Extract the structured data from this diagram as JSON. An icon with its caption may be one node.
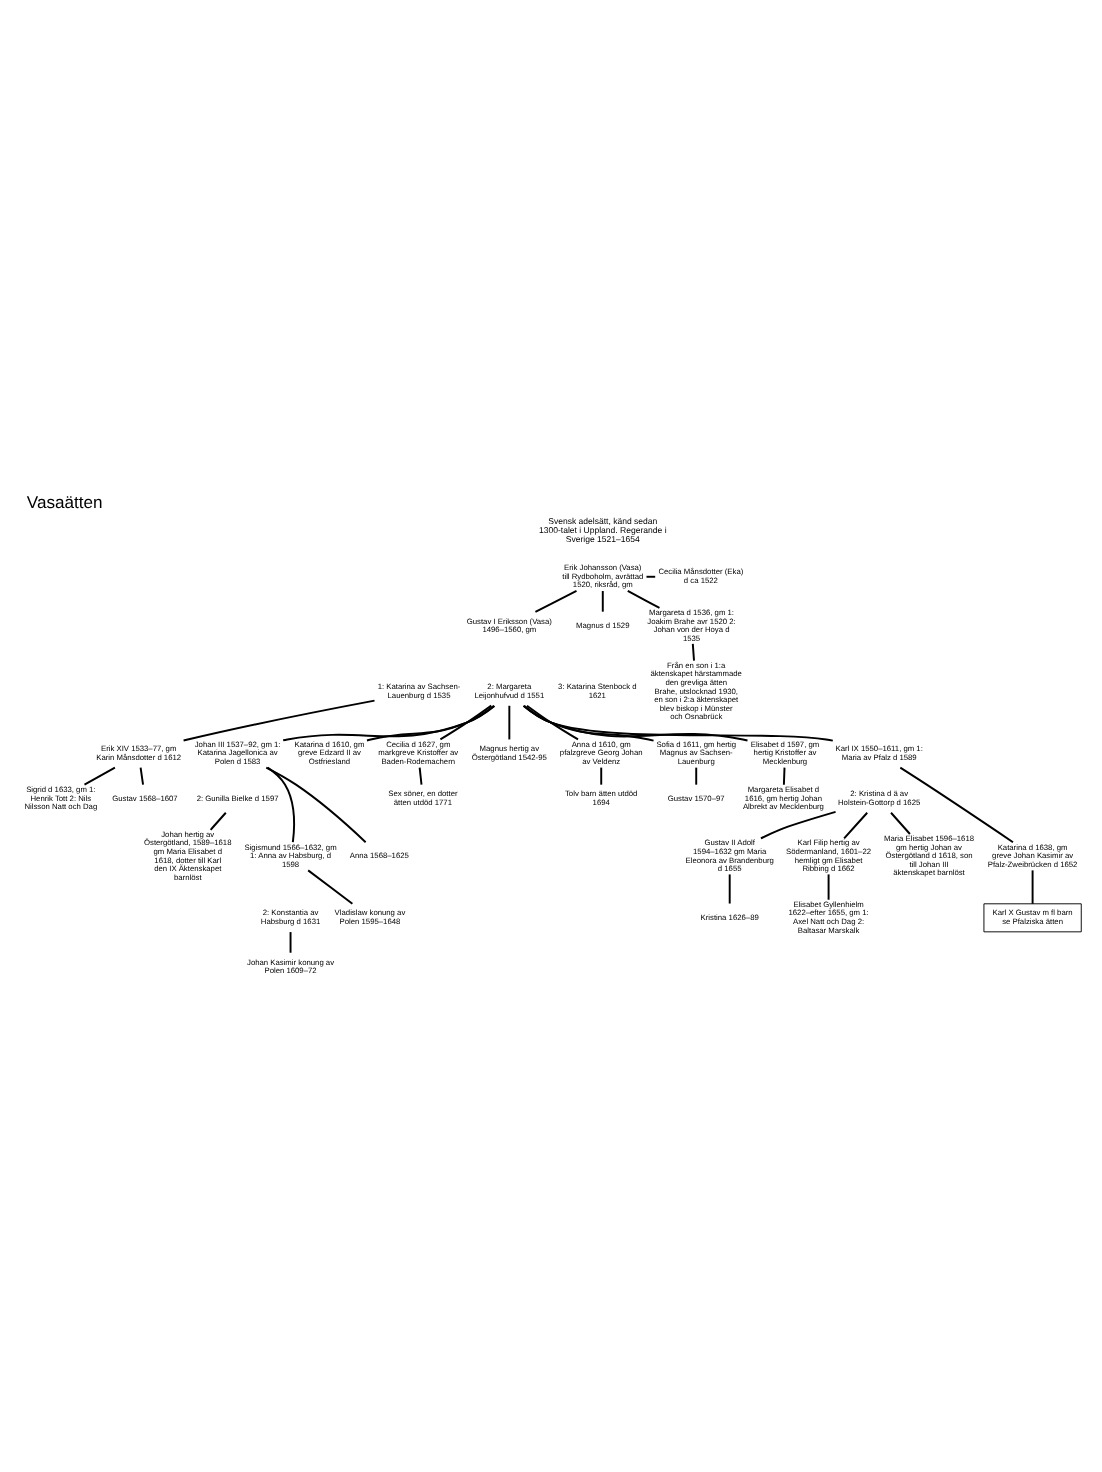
{
  "diagram": {
    "title": "Vasaätten",
    "nodes": [
      {
        "text": [
          "Erik Johansson (Vasa) till Rydboholm, avrättad 1520, riksråd, gm"
        ]
      },
      {
        "text": [
          "Cecilia Månsdotter (Eka) d ca 1522"
        ]
      },
      {
        "text": [
          "Gustav I Eriksson (Vasa) 1496–1560, gm"
        ]
      },
      {
        "text": [
          "Magnus d 1529"
        ]
      },
      {
        "text": [
          "Margareta d 1536, gm 1: Joakim Brahe avr 1520 2: Johan von der Hoya d 1535"
        ]
      },
      {
        "text": [
          "1: Katarina av Sachsen-Lauenburg d 1535"
        ]
      },
      {
        "text": [
          "2: Margareta Leijonhufvud d 1551"
        ]
      },
      {
        "text": [
          "3: Katarina Stenbock d 1621"
        ]
      },
      {
        "text": [
          "Från en son i 1:a äktenskapet härstammade den grevliga ätten Brahe, utslocknad 1930, en son i 2:a äktenskapet blev biskop i Münster och Osnabrück"
        ]
      },
      {
        "text": [
          "Erik XIV 1533–77, gm Karin Månsdotter d 1612"
        ]
      },
      {
        "text": [
          "Sigrid d 1633, gm 1: Henrik Tott 2: Nils Nilsson Natt och Dag"
        ]
      },
      {
        "text": [
          "Gustav 1568–1607"
        ]
      },
      {
        "text": [
          "Johan III 1537–92, gm 1: Katarina Jagellonica av Polen d 1583"
        ]
      },
      {
        "text": [
          "2: Gunilla Bielke d 1597"
        ]
      },
      {
        "text": [
          "Katarina d 1610, gm greve Edzard II av Ostfriesland"
        ]
      },
      {
        "text": [
          "Cecilia d 1627, gm markgreve Kristoffer av Baden-Rodemachern"
        ]
      },
      {
        "text": [
          "Magnus hertig av Östergötland 1542-95"
        ]
      },
      {
        "text": [
          "Anna d 1610, gm pfalzgreve Georg Johan av Veldenz"
        ]
      },
      {
        "text": [
          "Sofia d 1611, gm hertig Magnus av Sachsen-Lauenburg"
        ]
      },
      {
        "text": [
          "Elisabet d 1597, gm hertig Kristoffer av Mecklenburg"
        ]
      },
      {
        "text": [
          "Karl IX 1550–1611, gm 1: Maria av Pfalz d 1589"
        ]
      },
      {
        "text": [
          "2: Kristina d ä av Holstein-Gottorp d 1625"
        ]
      },
      {
        "text": [
          "Sex söner, en dotter ätten utdöd 1771"
        ]
      },
      {
        "text": [
          "Gustav 1570–97"
        ]
      },
      {
        "text": [
          "Tolv barn ätten utdöd 1694"
        ]
      },
      {
        "text": [
          "Margareta Elisabet d 1616, gm hertig Johan Albrekt av Mecklenburg"
        ]
      },
      {
        "text": [
          "Sigismund 1566–1632, gm 1: Anna av Habsburg, d 1598"
        ]
      },
      {
        "text": [
          "Anna 1568–1625"
        ]
      },
      {
        "text": [
          "Johan hertig av Östergötland, 1589–1618 gm Maria Elisabet d 1618, dotter till Karl den IX Äktenskapet barnlöst"
        ]
      },
      {
        "text": [
          "2: Konstantia av Habsburg d 1631"
        ]
      },
      {
        "text": [
          "Vladislaw konung av Polen 1595–1648"
        ]
      },
      {
        "text": [
          "Johan Kasimir konung av Polen 1609–72"
        ]
      },
      {
        "text": [
          "Katarina d 1638, gm greve Johan Kasimir av Pfalz-Zweibrücken d 1652"
        ]
      },
      {
        "text": [
          "Gustav II Adolf 1594–1632 gm Maria Eleonora av Brandenburg d 1655"
        ]
      },
      {
        "text": [
          "Karl Filip hertig av Södermanland, 1601–22 hemligt gm Elisabet Ribbing d 1662"
        ]
      },
      {
        "text": [
          "Maria Elisabet 1596–1618 gm hertig Johan av Östergötland d 1618, son till Johan III äktenskapet barnlöst"
        ]
      },
      {
        "text": [
          "Karl X Gustav m fl barn se Pfalziska ätten"
        ]
      },
      {
        "text": [
          "Kristina 1626–89"
        ]
      },
      {
        "text": [
          "Elisabet Gyllenhielm 1622–efter 1655, gm 1: Axel Natt och Dag 2: Baltasar Marskalk"
        ]
      }
    ],
    "edges": [
      {
        "from": 0,
        "to": 1,
        "arrow": "none"
      },
      {
        "from": 0,
        "to": 2,
        "arrow": "none"
      },
      {
        "from": 0,
        "to": 3,
        "arrow": "none"
      },
      {
        "from": 0,
        "to": 4,
        "arrow": "none"
      },
      {
        "from": 5,
        "to": 9,
        "arrow": "none"
      },
      {
        "from": 4,
        "to": 8,
        "arrow": "none"
      },
      {
        "from": 9,
        "to": 10,
        "arrow": "none"
      },
      {
        "from": 9,
        "to": 11,
        "arrow": "none"
      },
      {
        "from": 6,
        "to": 12,
        "arrow": "none"
      },
      {
        "from": 6,
        "to": 14,
        "arrow": "none"
      },
      {
        "from": 6,
        "to": 15,
        "arrow": "none"
      },
      {
        "from": 6,
        "to": 16,
        "arrow": "none"
      },
      {
        "from": 6,
        "to": 17,
        "arrow": "none"
      },
      {
        "from": 6,
        "to": 18,
        "arrow": "none"
      },
      {
        "from": 6,
        "to": 19,
        "arrow": "none"
      },
      {
        "from": 6,
        "to": 20,
        "arrow": "none"
      },
      {
        "from": 15,
        "to": 22,
        "arrow": "none"
      },
      {
        "from": 18,
        "to": 23,
        "arrow": "none"
      },
      {
        "from": 17,
        "to": 24,
        "arrow": "none"
      },
      {
        "from": 19,
        "to": 25,
        "arrow": "none"
      },
      {
        "from": 12,
        "to": 26,
        "arrow": "none"
      },
      {
        "from": 12,
        "to": 27,
        "arrow": "none"
      },
      {
        "from": 13,
        "to": 28,
        "arrow": "none"
      },
      {
        "from": 26,
        "to": 30,
        "arrow": "none"
      },
      {
        "from": 29,
        "to": 31,
        "arrow": "none"
      },
      {
        "from": 20,
        "to": 32,
        "arrow": "none"
      },
      {
        "from": 21,
        "to": 33,
        "arrow": "none"
      },
      {
        "from": 21,
        "to": 34,
        "arrow": "none"
      },
      {
        "from": 21,
        "to": 35,
        "arrow": "none"
      },
      {
        "from": 32,
        "to": 36,
        "arrow": "none"
      },
      {
        "from": 33,
        "to": 37,
        "arrow": "none"
      },
      {
        "from": 34,
        "to": 38,
        "arrow": "none"
      }
    ],
    "labels": [
      "Svensk adelsätt, känd sedan 1300-talet i Uppland. Regerande i Sverige 1521–1654"
    ]
  }
}
